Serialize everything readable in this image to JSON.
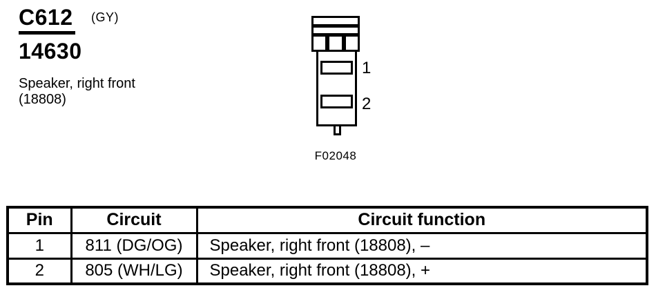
{
  "header": {
    "connector_id": "C612",
    "color_code": "(GY)",
    "part_number": "14630",
    "description_line1": "Speaker, right front",
    "description_line2": "(18808)"
  },
  "connector": {
    "pin_labels": [
      "1",
      "2"
    ],
    "figure_id": "F02048"
  },
  "table": {
    "headers": [
      "Pin",
      "Circuit",
      "Circuit function"
    ],
    "rows": [
      {
        "pin": "1",
        "circuit": "811 (DG/OG)",
        "function": "Speaker, right front (18808), –"
      },
      {
        "pin": "2",
        "circuit": "805 (WH/LG)",
        "function": "Speaker, right front (18808), +"
      }
    ]
  },
  "colors": {
    "foreground": "#000000",
    "background": "#ffffff"
  }
}
